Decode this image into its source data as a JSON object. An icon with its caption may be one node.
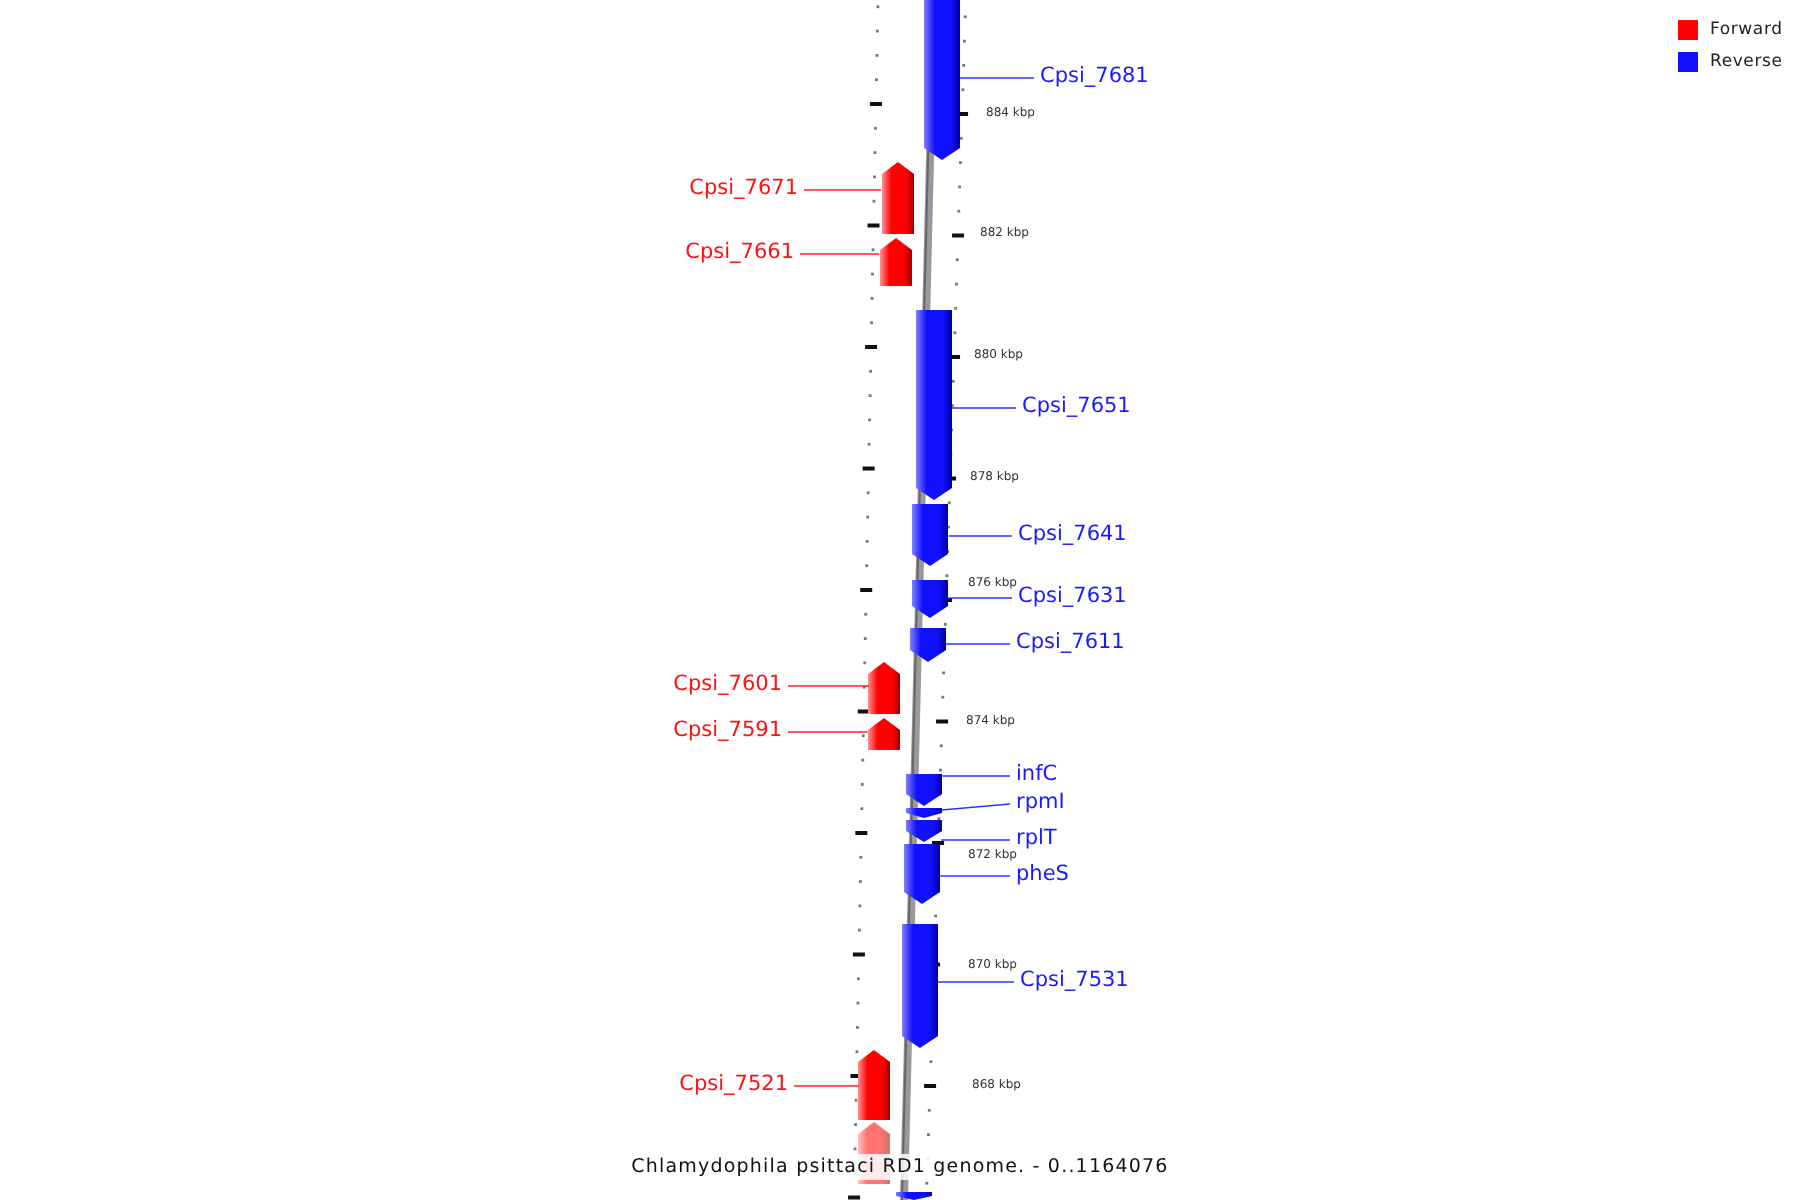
{
  "diagram": {
    "caption": "Chlamydophila psittaci RD1 genome. - 0..1164076",
    "nodes": [
      {
        "text": [],
        "shape": "arrow"
      },
      {
        "text": [
          "Cpsi_7681"
        ]
      },
      {
        "text": [
          "Cpsi_7671"
        ]
      },
      {
        "text": [],
        "shape": "arrow"
      },
      {
        "text": [
          "Cpsi_7661"
        ]
      },
      {
        "text": [],
        "shape": "arrow"
      },
      {
        "text": [],
        "shape": "arrow"
      },
      {
        "text": [
          "Cpsi_7651"
        ]
      },
      {
        "text": [],
        "shape": "arrow"
      },
      {
        "text": [
          "Cpsi_7641"
        ]
      },
      {
        "text": [],
        "shape": "arrow"
      },
      {
        "text": [
          "Cpsi_7631"
        ]
      },
      {
        "text": [],
        "shape": "arrow"
      },
      {
        "text": [
          "Cpsi_7611"
        ]
      },
      {
        "text": [
          "Cpsi_7601"
        ]
      },
      {
        "text": [],
        "shape": "arrow"
      },
      {
        "text": [
          "Cpsi_7591"
        ]
      },
      {
        "text": [],
        "shape": "arrow"
      },
      {
        "text": [],
        "shape": "arrow"
      },
      {
        "text": [
          "infC"
        ]
      },
      {
        "text": [],
        "shape": "arrow"
      },
      {
        "text": [
          "rpmI"
        ]
      },
      {
        "text": [],
        "shape": "arrow"
      },
      {
        "text": [
          "rplT"
        ]
      },
      {
        "text": [],
        "shape": "arrow"
      },
      {
        "text": [
          "pheS"
        ]
      },
      {
        "text": [],
        "shape": "arrow"
      },
      {
        "text": [
          "Cpsi_7531"
        ]
      },
      {
        "text": [
          "Cpsi_7521"
        ]
      },
      {
        "text": [],
        "shape": "arrow"
      },
      {
        "text": [],
        "shape": "arrow"
      },
      {
        "text": [],
        "shape": "arrow"
      }
    ],
    "edges": [
      {
        "from": 1,
        "to": 0,
        "arrow": "none"
      },
      {
        "from": 2,
        "to": 3,
        "arrow": "none",
        "color": "#ff2020"
      },
      {
        "from": 4,
        "to": 5,
        "arrow": "none",
        "color": "#ff2020"
      },
      {
        "from": 7,
        "to": 6,
        "arrow": "none"
      },
      {
        "from": 9,
        "to": 8,
        "arrow": "none"
      },
      {
        "from": 11,
        "to": 10,
        "arrow": "none"
      },
      {
        "from": 13,
        "to": 12,
        "arrow": "none"
      },
      {
        "from": 14,
        "to": 15,
        "arrow": "none",
        "color": "#ff2020"
      },
      {
        "from": 16,
        "to": 17,
        "arrow": "none",
        "color": "#ff2020"
      },
      {
        "from": 19,
        "to": 18,
        "arrow": "none"
      },
      {
        "from": 21,
        "to": 20,
        "arrow": "none"
      },
      {
        "from": 23,
        "to": 22,
        "arrow": "none"
      },
      {
        "from": 25,
        "to": 24,
        "arrow": "none"
      },
      {
        "from": 27,
        "to": 26,
        "arrow": "none"
      },
      {
        "from": 28,
        "to": 29,
        "arrow": "none",
        "color": "#ff2020"
      }
    ],
    "labels": [
      "884 kbp",
      "882 kbp",
      "880 kbp",
      "878 kbp",
      "876 kbp",
      "874 kbp",
      "872 kbp",
      "870 kbp",
      "868 kbp"
    ],
    "legend": [
      {
        "text": "Forward",
        "color": "#ff0000"
      },
      {
        "text": "Reverse",
        "color": "#1010ff"
      }
    ]
  }
}
